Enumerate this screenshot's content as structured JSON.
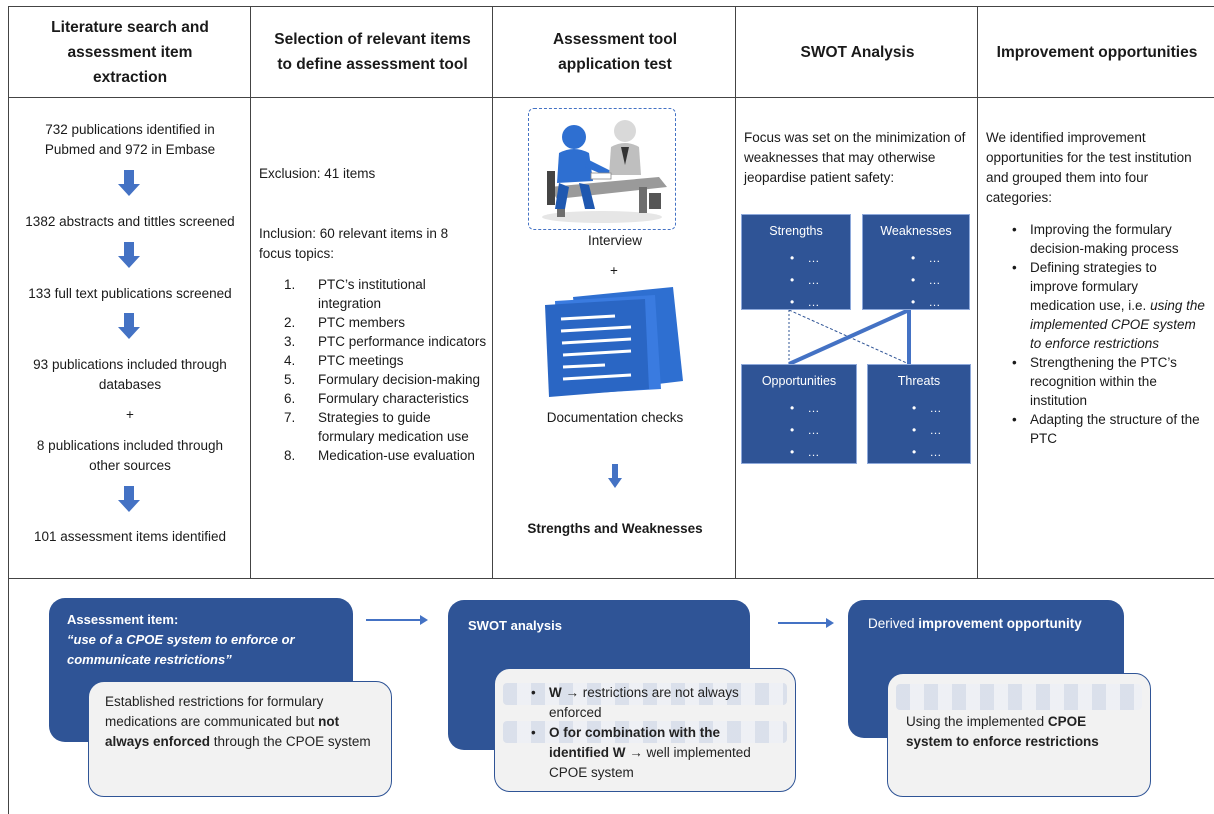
{
  "headers": [
    "Literature search and assessment item extraction",
    "Selection of relevant items to define assessment tool",
    "Assessment tool application test",
    "SWOT Analysis",
    "Improvement opportunities"
  ],
  "col1": {
    "step1": "732 publications identified in Pubmed and 972 in Embase",
    "step2": "1382 abstracts and tittles screened",
    "step3": "133 full text publications screened",
    "step4a": "93 publications included through databases",
    "plus": "+",
    "step4b": "8 publications included through other sources",
    "step5": "101 assessment items identified"
  },
  "col2": {
    "exclusion": "Exclusion: 41 items",
    "inclusion": "Inclusion: 60 relevant items in 8 focus topics:",
    "topics": [
      {
        "num": "1.",
        "text": "PTC’s institutional integration"
      },
      {
        "num": "2.",
        "text": "PTC members"
      },
      {
        "num": "3.",
        "text": "PTC performance indicators"
      },
      {
        "num": "4.",
        "text": "PTC meetings"
      },
      {
        "num": "5.",
        "text": "Formulary decision-making"
      },
      {
        "num": "6.",
        "text": "Formulary characteristics"
      },
      {
        "num": "7.",
        "text": "Strategies to guide formulary medication use"
      },
      {
        "num": "8.",
        "text": "Medication-use evaluation"
      }
    ]
  },
  "col3": {
    "interview": "Interview",
    "plus": "+",
    "documentation": "Documentation checks",
    "result": "Strengths and Weaknesses"
  },
  "col4": {
    "focus": "Focus was set on the minimization of weaknesses that may otherwise jeopardise patient safety:",
    "strengths": "Strengths",
    "weaknesses": "Weaknesses",
    "opportunities": "Opportunities",
    "threats": "Threats",
    "bullet": "•",
    "ellipsis": "…"
  },
  "col5": {
    "intro": "We identified improvement opportunities for the test institution and grouped them into four categories:",
    "bullet": "•",
    "cat1": "Improving the formulary decision-making process",
    "cat2_pre": "Defining strategies to improve formulary medication use, i.e. ",
    "cat2_em": "using the implemented CPOE system to enforce restrictions",
    "cat3": "Strengthening the PTC’s recognition within the institution",
    "cat4": "Adapting the structure of the PTC"
  },
  "bottom": {
    "card1_title": "Assessment item:",
    "card1_quote": "“use of a CPOE  system to enforce or communicate restrictions”",
    "card1_body_pre": "Established restrictions for formulary medications are communicated but ",
    "card1_body_bold": "not always enforced",
    "card1_body_post": " through the CPOE system",
    "card2_title": "SWOT analysis",
    "card2_b1_bold": "W →",
    "card2_b1_text": " restrictions are not always enforced",
    "card2_b2_bold": "O for combination with the identified W →",
    "card2_b2_text": " well implemented CPOE system",
    "card3_title_pre": "Derived ",
    "card3_title_bold": "improvement opportunity",
    "card3_body_pre": "Using the implemented ",
    "card3_body_bold": "CPOE system to enforce restrictions"
  },
  "colors": {
    "accent": "#2f5496",
    "arrow": "#4472c4",
    "light": "#f2f2f2"
  }
}
